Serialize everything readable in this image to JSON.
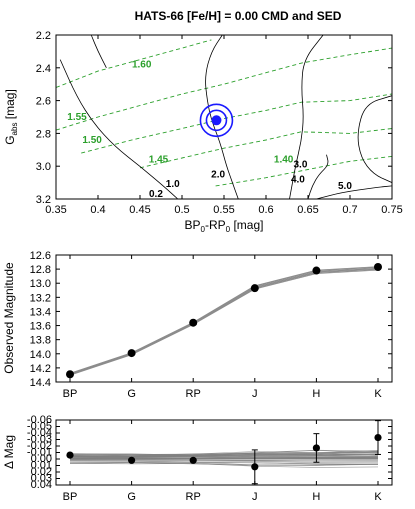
{
  "chart_data": [
    {
      "type": "line",
      "title": "HATS-66 [Fe/H] = 0.00 CMD and SED",
      "xlabel": "BP",
      "xlabel_sub": "0",
      "xlabel_mid": "-RP",
      "xlabel_sub2": "0",
      "xlabel_unit": " [mag]",
      "ylabel": "G",
      "ylabel_sub": "abs",
      "ylabel_unit": " [mag]",
      "xlim": [
        0.35,
        0.75
      ],
      "ylim": [
        3.2,
        2.2
      ],
      "xticks": [
        "0.35",
        "0.4",
        "0.45",
        "0.5",
        "0.55",
        "0.6",
        "0.65",
        "0.7",
        "0.75"
      ],
      "yticks": [
        "2.2",
        "2.4",
        "2.6",
        "2.8",
        "3.0",
        "3.2"
      ],
      "star": {
        "x": 0.541,
        "y": 2.72
      },
      "isochrone_labels": [
        {
          "text": "0.2",
          "x": 0.469,
          "y": 3.17
        },
        {
          "text": "1.0",
          "x": 0.489,
          "y": 3.11
        },
        {
          "text": "2.0",
          "x": 0.543,
          "y": 3.05
        },
        {
          "text": "3.0",
          "x": 0.641,
          "y": 2.99
        },
        {
          "text": "4.0",
          "x": 0.638,
          "y": 3.08
        },
        {
          "text": "5.0",
          "x": 0.694,
          "y": 3.12
        }
      ],
      "mass_labels": [
        {
          "text": "1.60",
          "x": 0.452,
          "y": 2.38
        },
        {
          "text": "1.55",
          "x": 0.375,
          "y": 2.7
        },
        {
          "text": "1.50",
          "x": 0.393,
          "y": 2.84
        },
        {
          "text": "1.45",
          "x": 0.472,
          "y": 2.96
        },
        {
          "text": "1.40",
          "x": 0.621,
          "y": 2.96
        }
      ],
      "mass_tracks": [
        [
          [
            0.35,
            2.52
          ],
          [
            0.4,
            2.42
          ],
          [
            0.45,
            2.35
          ],
          [
            0.5,
            2.28
          ],
          [
            0.535,
            2.23
          ]
        ],
        [
          [
            0.35,
            2.78
          ],
          [
            0.4,
            2.7
          ],
          [
            0.45,
            2.63
          ],
          [
            0.5,
            2.56
          ],
          [
            0.55,
            2.5
          ],
          [
            0.6,
            2.43
          ],
          [
            0.643,
            2.37
          ],
          [
            0.7,
            2.32
          ],
          [
            0.75,
            2.28
          ]
        ],
        [
          [
            0.38,
            2.92
          ],
          [
            0.44,
            2.84
          ],
          [
            0.5,
            2.77
          ],
          [
            0.55,
            2.71
          ],
          [
            0.6,
            2.66
          ],
          [
            0.642,
            2.61
          ],
          [
            0.7,
            2.6
          ],
          [
            0.75,
            2.56
          ]
        ],
        [
          [
            0.45,
            3.01
          ],
          [
            0.5,
            2.95
          ],
          [
            0.55,
            2.89
          ],
          [
            0.6,
            2.84
          ],
          [
            0.642,
            2.79
          ],
          [
            0.7,
            2.8
          ],
          [
            0.75,
            2.77
          ]
        ],
        [
          [
            0.54,
            3.12
          ],
          [
            0.6,
            3.07
          ],
          [
            0.65,
            3.02
          ],
          [
            0.7,
            2.97
          ],
          [
            0.75,
            2.94
          ]
        ]
      ],
      "isochrones": [
        [
          [
            0.355,
            2.35
          ],
          [
            0.375,
            2.58
          ],
          [
            0.395,
            2.74
          ],
          [
            0.42,
            2.88
          ],
          [
            0.45,
            3.0
          ],
          [
            0.48,
            3.13
          ],
          [
            0.495,
            3.2
          ]
        ],
        [
          [
            0.392,
            2.2
          ],
          [
            0.4,
            2.3
          ],
          [
            0.41,
            2.4
          ]
        ],
        [
          [
            0.548,
            2.2
          ],
          [
            0.535,
            2.3
          ],
          [
            0.527,
            2.45
          ],
          [
            0.53,
            2.6
          ],
          [
            0.535,
            2.72
          ],
          [
            0.545,
            2.85
          ],
          [
            0.553,
            3.0
          ],
          [
            0.56,
            3.1
          ],
          [
            0.567,
            3.2
          ]
        ],
        [
          [
            0.668,
            2.2
          ],
          [
            0.645,
            2.35
          ],
          [
            0.642,
            2.52
          ],
          [
            0.645,
            2.7
          ],
          [
            0.642,
            2.85
          ],
          [
            0.635,
            3.0
          ],
          [
            0.628,
            3.2
          ]
        ],
        [
          [
            0.75,
            2.57
          ],
          [
            0.718,
            2.62
          ],
          [
            0.708,
            2.8
          ],
          [
            0.713,
            2.95
          ],
          [
            0.728,
            3.05
          ],
          [
            0.75,
            3.1
          ]
        ],
        [
          [
            0.65,
            3.2
          ],
          [
            0.655,
            3.12
          ],
          [
            0.663,
            3.05
          ],
          [
            0.675,
            2.99
          ],
          [
            0.672,
            2.93
          ]
        ],
        [
          [
            0.66,
            3.2
          ],
          [
            0.69,
            3.16
          ],
          [
            0.73,
            3.13
          ],
          [
            0.75,
            3.12
          ]
        ]
      ]
    },
    {
      "type": "line",
      "ylabel": "Observed Magnitude",
      "categories": [
        "BP",
        "G",
        "RP",
        "J",
        "H",
        "K"
      ],
      "ylim": [
        14.4,
        12.6
      ],
      "yticks": [
        "12.6",
        "12.8",
        "13.0",
        "13.2",
        "13.4",
        "13.6",
        "13.8",
        "14.0",
        "14.2",
        "14.4"
      ],
      "observed": [
        14.29,
        13.99,
        13.56,
        13.07,
        12.82,
        12.77
      ],
      "model": [
        14.29,
        14.0,
        13.57,
        13.06,
        12.84,
        12.79
      ]
    },
    {
      "type": "scatter",
      "ylabel": "Δ Mag",
      "categories": [
        "BP",
        "G",
        "RP",
        "J",
        "H",
        "K"
      ],
      "ylim": [
        0.04,
        -0.06
      ],
      "yticks": [
        "-0.06",
        "-0.05",
        "-0.04",
        "-0.03",
        "-0.02",
        "-0.01",
        "0.00",
        "0.01",
        "0.02",
        "0.03",
        "0.04"
      ],
      "residuals": [
        -0.006,
        0.002,
        0.002,
        0.012,
        -0.017,
        -0.033
      ],
      "errors": [
        0.0,
        0.0,
        0.0,
        0.026,
        0.022,
        0.026
      ],
      "model_band_halfwidth": [
        0.009,
        0.009,
        0.01,
        0.013,
        0.015,
        0.016
      ]
    }
  ]
}
